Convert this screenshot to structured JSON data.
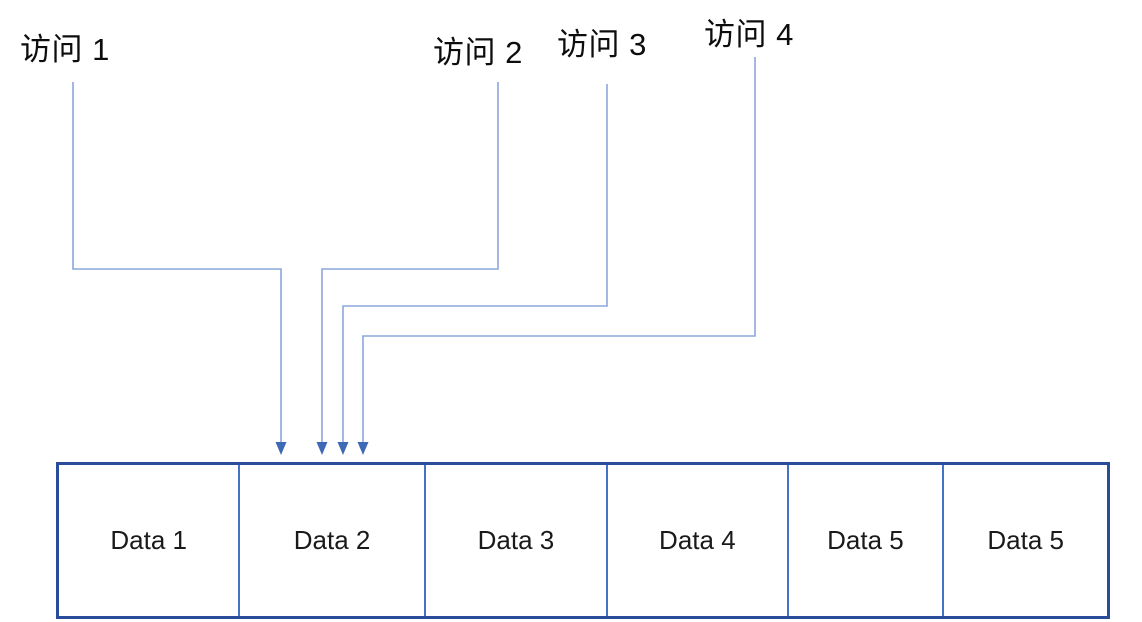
{
  "access_labels": [
    "访问 1",
    "访问 2",
    "访问 3",
    "访问 4"
  ],
  "memory_cells": [
    "Data 1",
    "Data 2",
    "Data 3",
    "Data 4",
    "Data 5",
    "Data 5"
  ],
  "colors": {
    "connector_line": "#8ca7db",
    "arrowhead": "#3e6ab5",
    "box_border": "#2a4d9b",
    "cell_divider": "#4472c4",
    "label_text": "#0d0d0d",
    "cell_text": "#1a1a1a"
  }
}
